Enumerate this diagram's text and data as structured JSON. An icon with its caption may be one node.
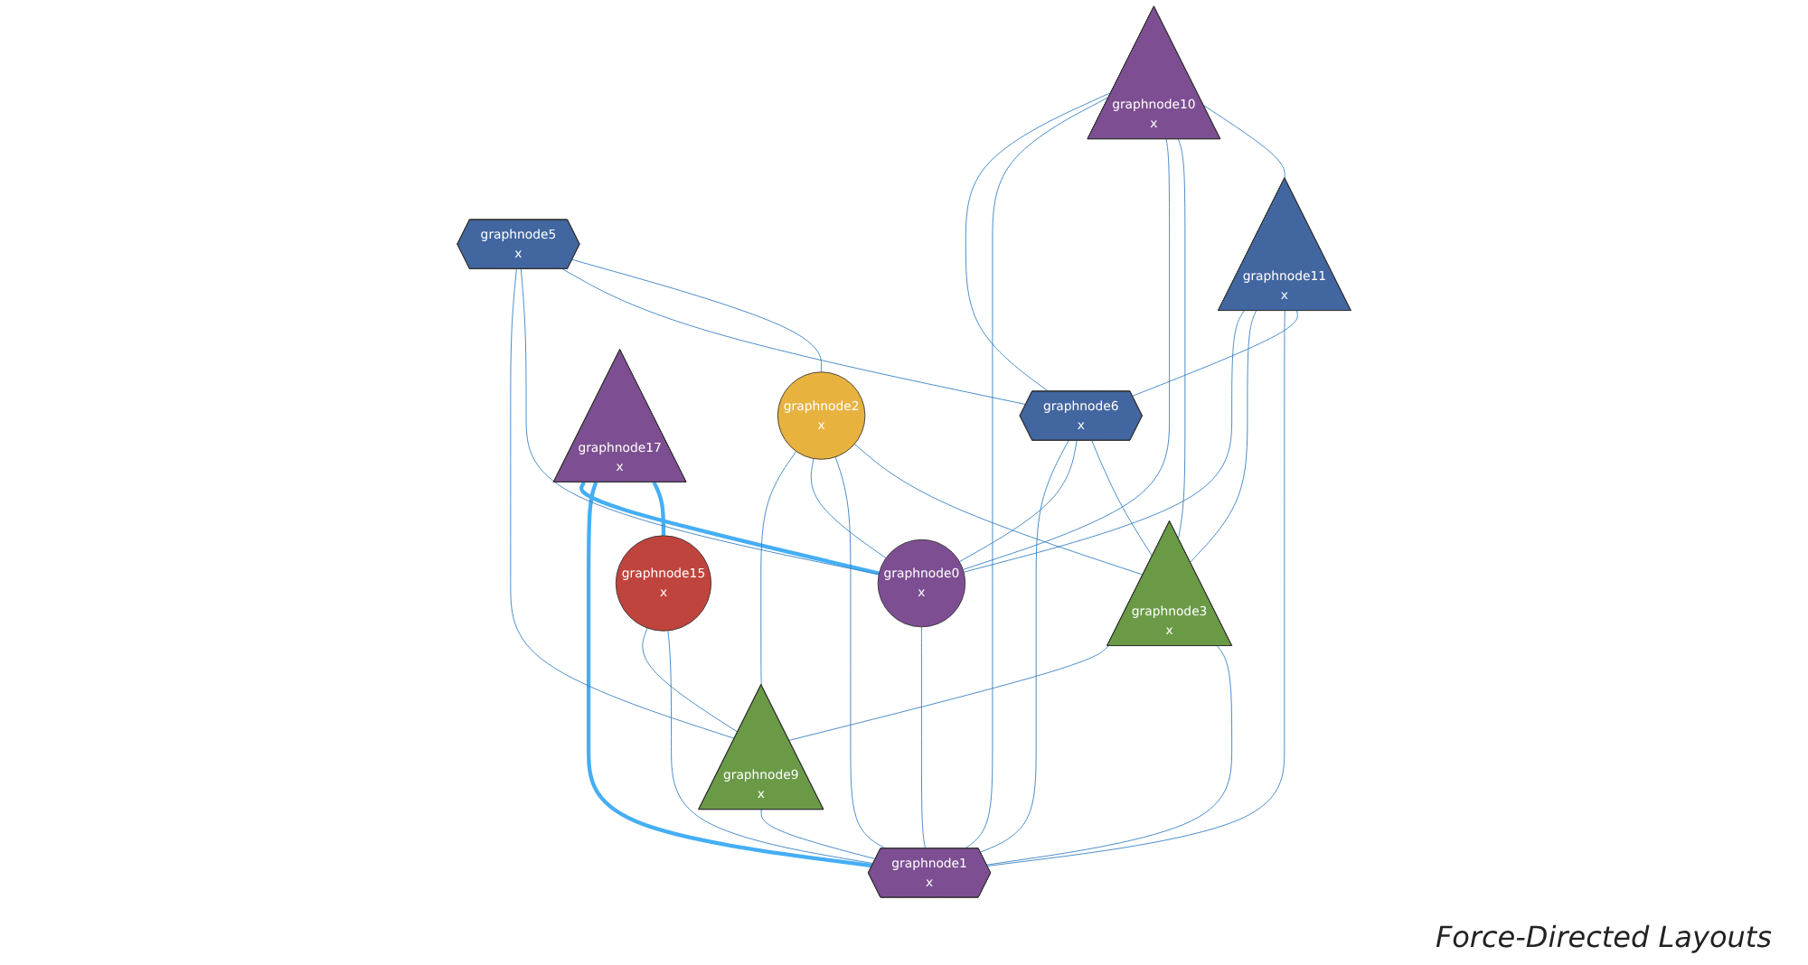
{
  "diagram": {
    "caption": "Force-Directed Layouts",
    "nodes": [
      {
        "text": [
          "graphnode10",
          "x"
        ]
      },
      {
        "text": [
          "graphnode5",
          "x"
        ]
      },
      {
        "text": [
          "graphnode2",
          "x"
        ]
      },
      {
        "text": [
          "graphnode15",
          "x"
        ]
      },
      {
        "text": [
          "graphnode11",
          "x"
        ]
      },
      {
        "text": [
          "graphnode6",
          "x"
        ]
      },
      {
        "text": [
          "graphnode3",
          "x"
        ]
      },
      {
        "text": [
          "graphnode17",
          "x"
        ]
      },
      {
        "text": [
          "graphnode9",
          "x"
        ]
      },
      {
        "text": [
          "graphnode0",
          "x"
        ]
      },
      {
        "text": [
          "graphnode1",
          "x"
        ]
      }
    ],
    "edges": [
      {
        "from": 7,
        "to": 3,
        "arrow": "none",
        "style": "thick",
        "color": "#45aef5"
      },
      {
        "from": 7,
        "to": 10,
        "arrow": "none",
        "style": "thick",
        "color": "#45aef5"
      },
      {
        "from": 7,
        "to": 9,
        "arrow": "none",
        "style": "thick",
        "color": "#45aef5"
      },
      {
        "from": 3,
        "to": 10,
        "arrow": "none"
      },
      {
        "from": 3,
        "to": 8,
        "arrow": "none"
      },
      {
        "from": 1,
        "to": 2,
        "arrow": "none"
      },
      {
        "from": 1,
        "to": 5,
        "arrow": "none"
      },
      {
        "from": 1,
        "to": 9,
        "arrow": "none"
      },
      {
        "from": 1,
        "to": 8,
        "arrow": "none"
      },
      {
        "from": 0,
        "to": 4,
        "arrow": "none"
      },
      {
        "from": 0,
        "to": 6,
        "arrow": "none"
      },
      {
        "from": 0,
        "to": 9,
        "arrow": "none"
      },
      {
        "from": 0,
        "to": 10,
        "arrow": "none"
      },
      {
        "from": 0,
        "to": 5,
        "arrow": "none"
      },
      {
        "from": 2,
        "to": 6,
        "arrow": "none"
      },
      {
        "from": 2,
        "to": 10,
        "arrow": "none"
      },
      {
        "from": 2,
        "to": 9,
        "arrow": "none"
      },
      {
        "from": 2,
        "to": 8,
        "arrow": "none"
      },
      {
        "from": 4,
        "to": 5,
        "arrow": "none"
      },
      {
        "from": 4,
        "to": 10,
        "arrow": "none"
      },
      {
        "from": 4,
        "to": 6,
        "arrow": "none"
      },
      {
        "from": 4,
        "to": 9,
        "arrow": "none"
      },
      {
        "from": 5,
        "to": 6,
        "arrow": "none"
      },
      {
        "from": 5,
        "to": 9,
        "arrow": "none"
      },
      {
        "from": 5,
        "to": 10,
        "arrow": "none"
      },
      {
        "from": 6,
        "to": 10,
        "arrow": "none"
      },
      {
        "from": 6,
        "to": 8,
        "arrow": "none"
      },
      {
        "from": 8,
        "to": 10,
        "arrow": "none"
      },
      {
        "from": 9,
        "to": 10,
        "arrow": "none"
      }
    ]
  }
}
